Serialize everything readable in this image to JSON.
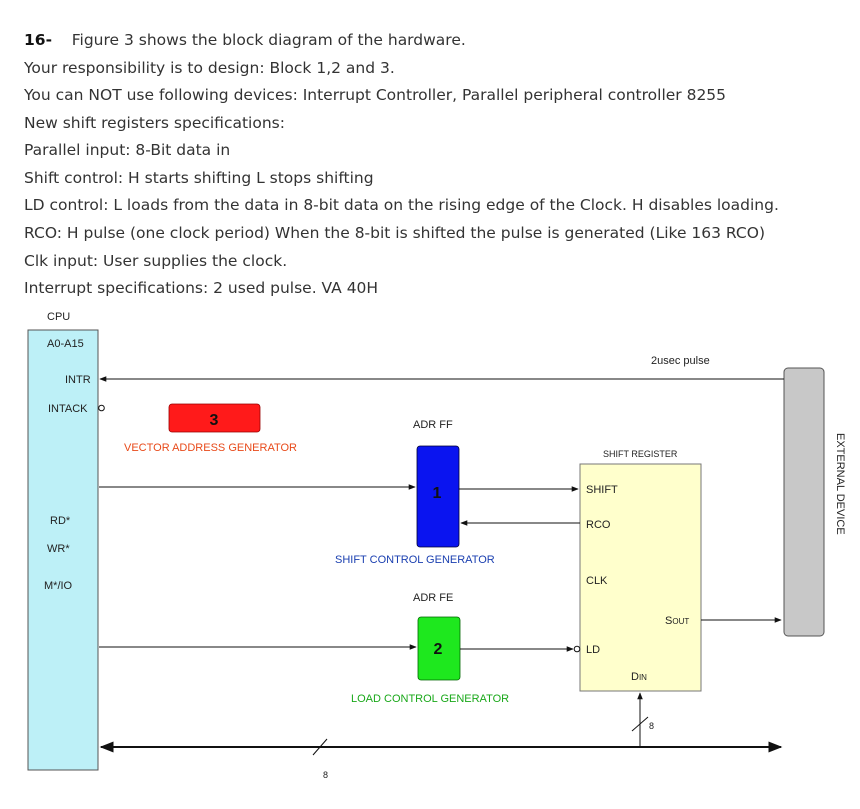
{
  "question": {
    "number": "16-",
    "lines": [
      "Figure 3 shows the block diagram of the hardware.",
      "Your responsibility is to design: Block 1,2 and 3.",
      "You can NOT use following devices: Interrupt Controller, Parallel peripheral controller 8255",
      "New shift registers specifications:",
      "Parallel input: 8-Bit data in",
      "Shift control: H starts shifting L stops shifting",
      "LD control: L loads from the data in 8-bit data on the rising edge of the Clock. H disables loading.",
      "RCO:  H pulse (one clock period) When the 8-bit is shifted the pulse is generated (Like 163 RCO)",
      "Clk input: User supplies the clock.",
      "Interrupt specifications: 2 used pulse.  VA 40H"
    ]
  },
  "diagram": {
    "cpu": {
      "title": "CPU",
      "pins": [
        "A0-A15",
        "INTR",
        "INTACK",
        "RD*",
        "WR*",
        "M*/IO"
      ],
      "color": "#bdf0f7"
    },
    "block3": {
      "number": "3",
      "label": "VECTOR ADDRESS GENERATOR",
      "color": "#ff1a1a",
      "label_color": "#e84a1a"
    },
    "block1": {
      "number": "1",
      "label": "SHIFT CONTROL GENERATOR",
      "address": "ADR FF",
      "color": "#0a14f0",
      "label_color": "#1a3fb0"
    },
    "block2": {
      "number": "2",
      "label": "LOAD CONTROL GENERATOR",
      "address": "ADR FE",
      "color": "#1ee81e",
      "label_color": "#1aa81a"
    },
    "shift_register": {
      "title": "SHIFT REGISTER",
      "pins": [
        "SHIFT",
        "RCO",
        "CLK",
        "LD"
      ],
      "sout_main": "S",
      "sout_sub": "OUT",
      "din_main": "D",
      "din_sub": "IN",
      "color": "#ffffcc"
    },
    "external_device": {
      "label": "EXTERNAL DEVICE",
      "color": "#c8c8c8"
    },
    "pulse_label": "2usec pulse",
    "bus_width_main": "8",
    "bus_width_din": "8"
  }
}
